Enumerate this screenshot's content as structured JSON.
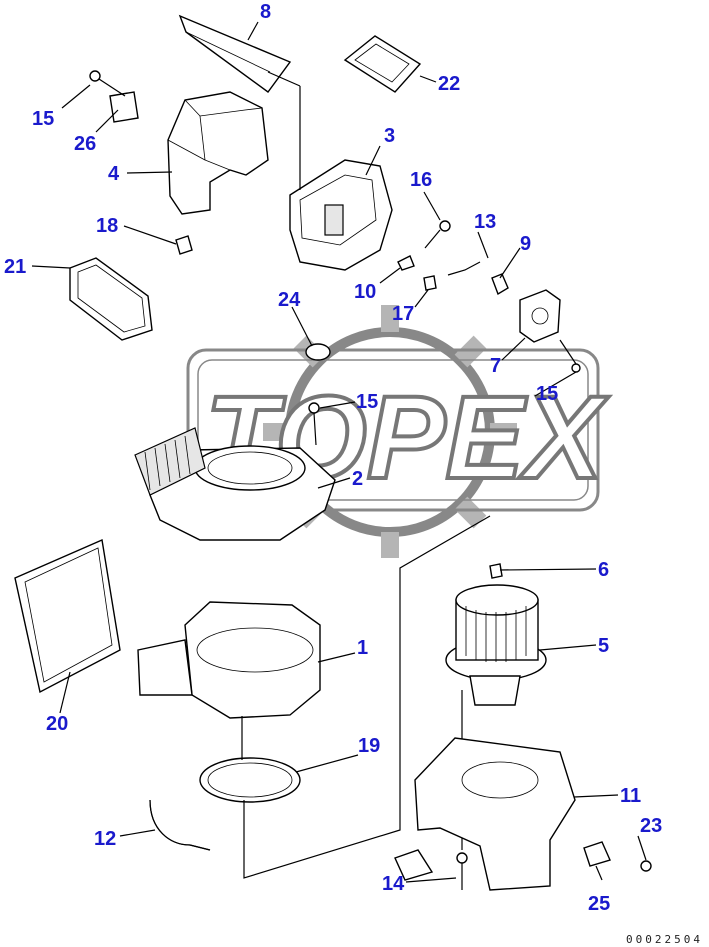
{
  "watermark": {
    "text": "TOPEX"
  },
  "drawing_number": "00022504",
  "callouts": [
    {
      "id": "8",
      "text": "8"
    },
    {
      "id": "22",
      "text": "22"
    },
    {
      "id": "15a",
      "text": "15"
    },
    {
      "id": "26",
      "text": "26"
    },
    {
      "id": "3",
      "text": "3"
    },
    {
      "id": "4",
      "text": "4"
    },
    {
      "id": "16",
      "text": "16"
    },
    {
      "id": "13",
      "text": "13"
    },
    {
      "id": "18",
      "text": "18"
    },
    {
      "id": "9",
      "text": "9"
    },
    {
      "id": "21",
      "text": "21"
    },
    {
      "id": "10",
      "text": "10"
    },
    {
      "id": "24",
      "text": "24"
    },
    {
      "id": "17",
      "text": "17"
    },
    {
      "id": "7",
      "text": "7"
    },
    {
      "id": "15b",
      "text": "15"
    },
    {
      "id": "15c",
      "text": "15"
    },
    {
      "id": "2",
      "text": "2"
    },
    {
      "id": "6",
      "text": "6"
    },
    {
      "id": "1",
      "text": "1"
    },
    {
      "id": "5",
      "text": "5"
    },
    {
      "id": "20",
      "text": "20"
    },
    {
      "id": "19",
      "text": "19"
    },
    {
      "id": "11",
      "text": "11"
    },
    {
      "id": "12",
      "text": "12"
    },
    {
      "id": "23",
      "text": "23"
    },
    {
      "id": "14",
      "text": "14"
    },
    {
      "id": "25",
      "text": "25"
    }
  ]
}
